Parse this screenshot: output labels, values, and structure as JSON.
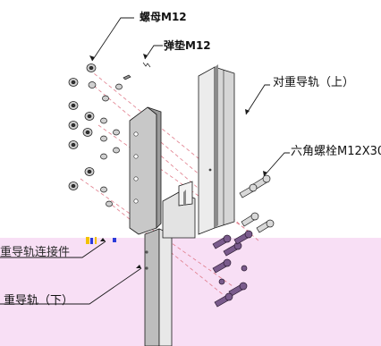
{
  "labels": {
    "nut": "螺母M12",
    "washer": "弹垫M12",
    "upper_rail": "对重导轨（上）",
    "bolt": "六角螺栓M12X30",
    "connector": "重导轨连接件",
    "lower_rail": "重导轨（下）"
  },
  "colors": {
    "band": "#f8dff5",
    "line": "#1a1a1a",
    "dash": "#e07b8a",
    "metal_light": "#e8e8e8",
    "metal_mid": "#bdbdbd",
    "metal_dark": "#8a8a8a",
    "bolt_purple": "#7a5b8c"
  }
}
